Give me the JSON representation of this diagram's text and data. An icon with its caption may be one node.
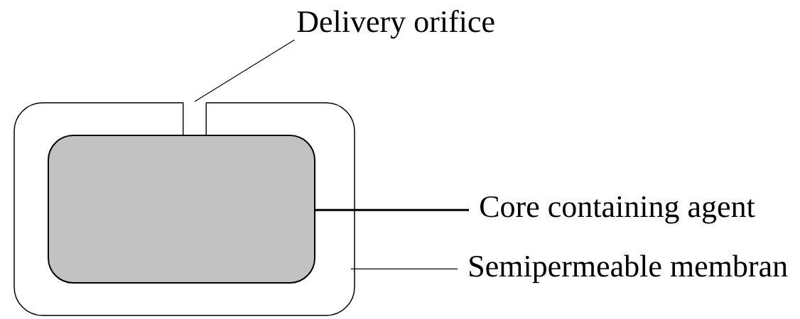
{
  "diagram": {
    "nodes": [
      {
        "text": [
          "Delivery orifice"
        ]
      },
      {
        "text": [],
        "shape": "box"
      },
      {
        "text": [],
        "shape": "slot",
        "in": 1
      },
      {
        "text": [],
        "shape": "box",
        "in": 1
      },
      {
        "text": [
          "Core containing agent"
        ]
      },
      {
        "text": [
          "Semipermeable membran"
        ]
      }
    ],
    "edges": [
      {
        "from": 0,
        "to": 2,
        "arrow": "none"
      },
      {
        "from": 4,
        "to": 3,
        "arrow": "none",
        "style": "thick"
      },
      {
        "from": 5,
        "to": 1,
        "arrow": "none"
      }
    ]
  }
}
